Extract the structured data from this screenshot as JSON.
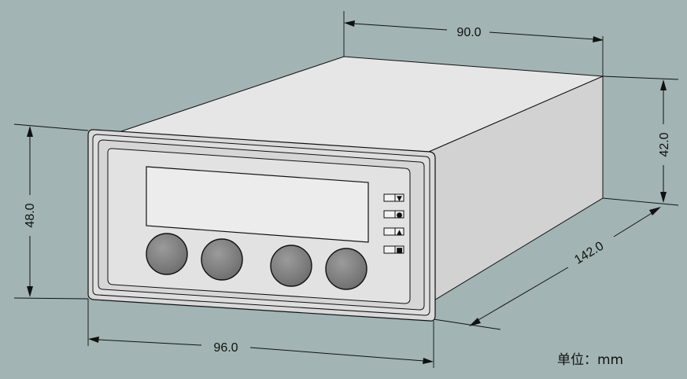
{
  "dimensions": {
    "top_width": "90.0",
    "side_height": "42.0",
    "depth": "142.0",
    "front_height": "48.0",
    "front_width": "96.0"
  },
  "unit_label": "单位：mm",
  "panel": {
    "buttons": [
      {
        "name": "down",
        "icon": "▼"
      },
      {
        "name": "set",
        "icon": "●"
      },
      {
        "name": "up",
        "icon": "▲"
      },
      {
        "name": "stop",
        "icon": "■"
      }
    ],
    "knob_count": 4
  },
  "colors": {
    "background": "#a2b4b4",
    "housing_top": "#e6e6e6",
    "housing_side": "#d2d2d2",
    "bezel": "#d8d8d8",
    "display": "#e9e9e9",
    "knob": "#7f7f7f",
    "line": "#111111"
  }
}
